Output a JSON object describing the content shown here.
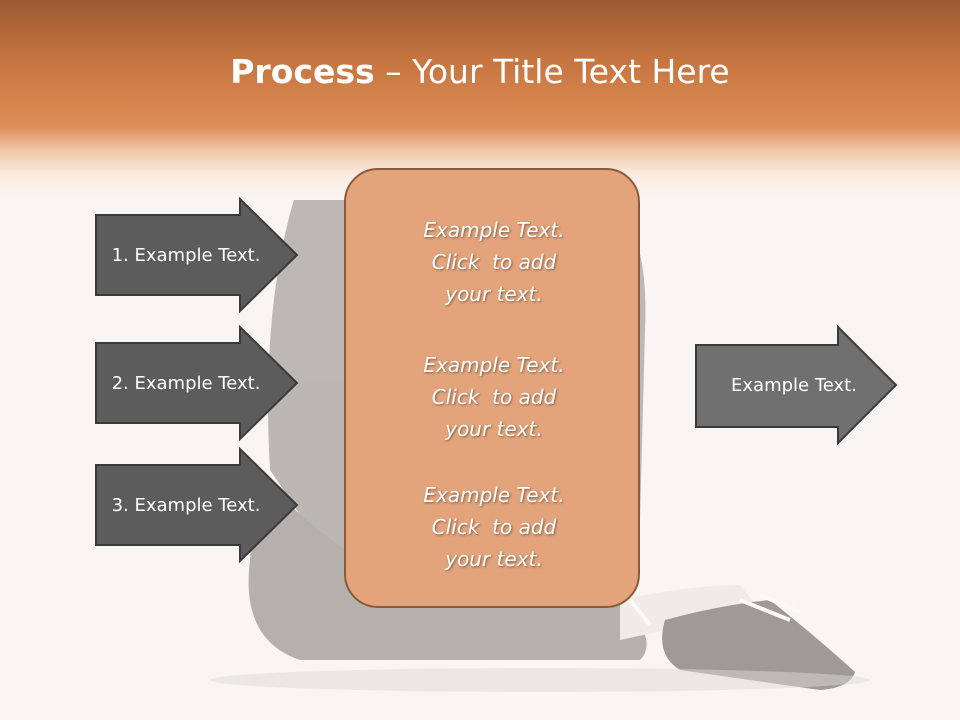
{
  "title": {
    "bold": "Process",
    "rest": " – Your Title Text Here"
  },
  "left_arrows": [
    {
      "label": "1. Example Text."
    },
    {
      "label": "2. Example Text."
    },
    {
      "label": "3. Example Text."
    }
  ],
  "center_box": {
    "blocks": [
      {
        "line1": "Example Text.",
        "line2": "Click  to add",
        "line3": "your text."
      },
      {
        "line1": "Example Text.",
        "line2": "Click  to add",
        "line3": "your text."
      },
      {
        "line1": "Example Text.",
        "line2": "Click  to add",
        "line3": "your text."
      }
    ]
  },
  "right_arrow": {
    "label": "Example Text."
  },
  "colors": {
    "header_accent": "#d8874f",
    "arrow_fill": "#5c5c5c",
    "box_fill": "#e3a47c"
  }
}
